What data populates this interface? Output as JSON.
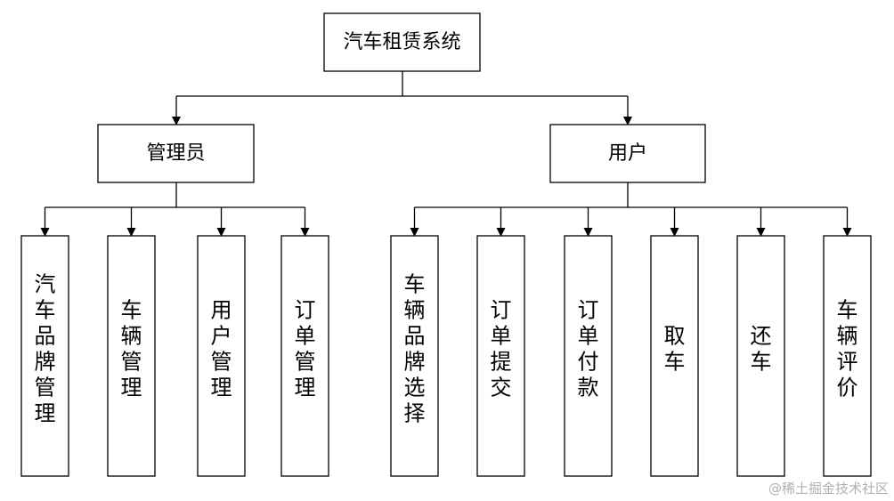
{
  "diagram": {
    "root": {
      "label": "汽车租赁系统"
    },
    "branches": [
      {
        "label": "管理员",
        "children": [
          {
            "label": "汽车品牌管理"
          },
          {
            "label": "车辆管理"
          },
          {
            "label": "用户管理"
          },
          {
            "label": "订单管理"
          }
        ]
      },
      {
        "label": "用户",
        "children": [
          {
            "label": "车辆品牌选择"
          },
          {
            "label": "订单提交"
          },
          {
            "label": "订单付款"
          },
          {
            "label": "取车"
          },
          {
            "label": "还车"
          },
          {
            "label": "车辆评价"
          }
        ]
      }
    ]
  },
  "watermark": "@稀土掘金技术社区"
}
